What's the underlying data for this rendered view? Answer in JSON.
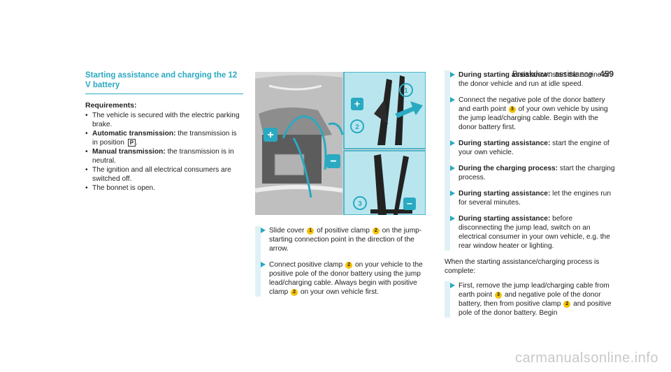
{
  "header": {
    "section": "Breakdown assistance",
    "page_number": "459"
  },
  "left": {
    "title": "Starting assistance and charging the 12 V battery",
    "requirements_title": "Requirements:",
    "items": [
      {
        "bold": "",
        "text": "The vehicle is secured with the electric parking brake."
      },
      {
        "bold": "Automatic transmission:",
        "text": " the transmission is in position ",
        "gear": "P",
        "suffix": "."
      },
      {
        "bold": "Manual transmission:",
        "text": " the transmission is in neutral."
      },
      {
        "bold": "",
        "text": "The ignition and all electrical consumers are switched off."
      },
      {
        "bold": "",
        "text": "The bonnet is open."
      }
    ]
  },
  "figure": {
    "plus_label": "+",
    "minus_label": "−",
    "callouts": [
      "1",
      "2",
      "3"
    ]
  },
  "middle": {
    "steps": [
      {
        "a": "Slide cover ",
        "n1": "1",
        "b": " of positive clamp ",
        "n2": "2",
        "c": " on the jump-starting connection point in the direction of the arrow."
      },
      {
        "a": "Connect positive clamp ",
        "n1": "2",
        "b": " on your vehicle to the positive pole of the donor battery using the jump lead/charging cable. Always begin with positive clamp ",
        "n2": "2",
        "c": " on your own vehicle first."
      }
    ]
  },
  "right": {
    "steps": [
      {
        "bold": "During starting assistance:",
        "text": " start the engine of the donor vehicle and run at idle speed."
      },
      {
        "a": "Connect the negative pole of the donor battery and earth point ",
        "n1": "3",
        "b": " of your own vehicle by using the jump lead/charging cable. Begin with the donor battery first."
      },
      {
        "bold": "During starting assistance:",
        "text": " start the engine of your own vehicle."
      },
      {
        "bold": "During the charging process:",
        "text": " start the charging process."
      },
      {
        "bold": "During starting assistance:",
        "text": " let the engines run for several minutes."
      },
      {
        "bold": "During starting assistance:",
        "text": " before disconnecting the jump lead, switch on an electrical consumer in your own vehicle, e.g. the rear window heater or lighting."
      }
    ],
    "complete_para": "When the starting assistance/charging process is complete:",
    "final_step": {
      "a": "First, remove the jump lead/charging cable from earth point ",
      "n1": "3",
      "b": " and negative pole of the donor battery, then from positive clamp ",
      "n2": "2",
      "c": " and positive pole of the donor battery. Begin"
    }
  },
  "watermark": "carmanualsonline.info",
  "colors": {
    "accent": "#2aa9c2",
    "step_bar": "#dff1f5",
    "callout": "#f3c200",
    "figure_bg": "#b9e6ee"
  }
}
